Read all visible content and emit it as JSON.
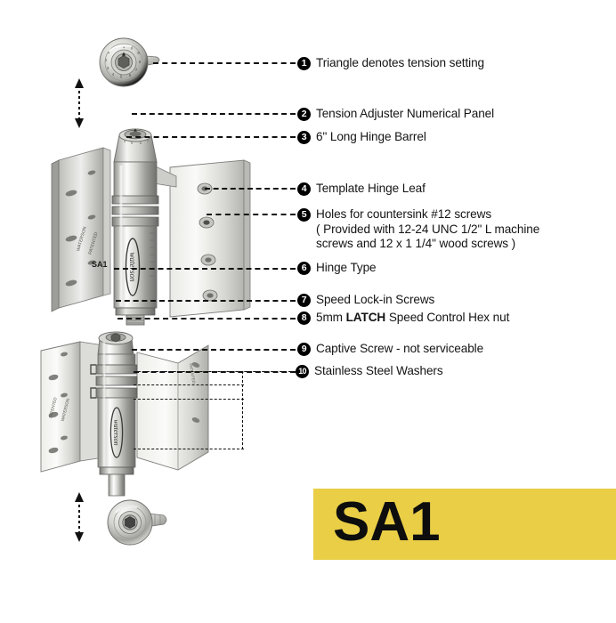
{
  "document": {
    "type": "product-exploded-diagram",
    "product_code": "SA1",
    "product_label_on_leaf": "SA1"
  },
  "callouts": [
    {
      "num": "1",
      "marker": "❶",
      "text": "Triangle denotes tension setting"
    },
    {
      "num": "2",
      "marker": "❷",
      "text": "Tension Adjuster Numerical Panel"
    },
    {
      "num": "3",
      "marker": "❸",
      "text": "6\" Long Hinge Barrel"
    },
    {
      "num": "4",
      "marker": "❹",
      "text": "Template Hinge Leaf"
    },
    {
      "num": "5",
      "marker": "❺",
      "text": "Holes for countersink #12 screws",
      "line2": "( Provided with 12-24 UNC 1/2\" L machine",
      "line3": "screws and 12 x 1 1/4\" wood screws )"
    },
    {
      "num": "6",
      "marker": "❻",
      "text": "Hinge Type"
    },
    {
      "num": "7",
      "marker": "❼",
      "text": "Speed Lock-in Screws"
    },
    {
      "num": "8",
      "marker": "❽",
      "text_pre": "5mm ",
      "text_bold": "LATCH",
      "text_post": " Speed Control Hex nut"
    },
    {
      "num": "9",
      "marker": "❾",
      "text": "Captive Screw - not serviceable"
    },
    {
      "num": "10",
      "marker": "❿",
      "text": "Stainless Steel Washers"
    }
  ],
  "badge": {
    "label": "SA1",
    "background_color": "#e9ce46",
    "text_color": "#0d0d0d"
  },
  "colors": {
    "accent_yellow": "#e9ce46",
    "line_black": "#111111",
    "page_background": "#ffffff",
    "metal_light": "#f2f2f0",
    "metal_mid": "#c9c9c6",
    "metal_dark": "#8e8e8b"
  },
  "annotations": {
    "leaf_code": "SA1",
    "arrow_top": "vertical-double-arrow",
    "arrow_bottom": "vertical-double-arrow"
  }
}
